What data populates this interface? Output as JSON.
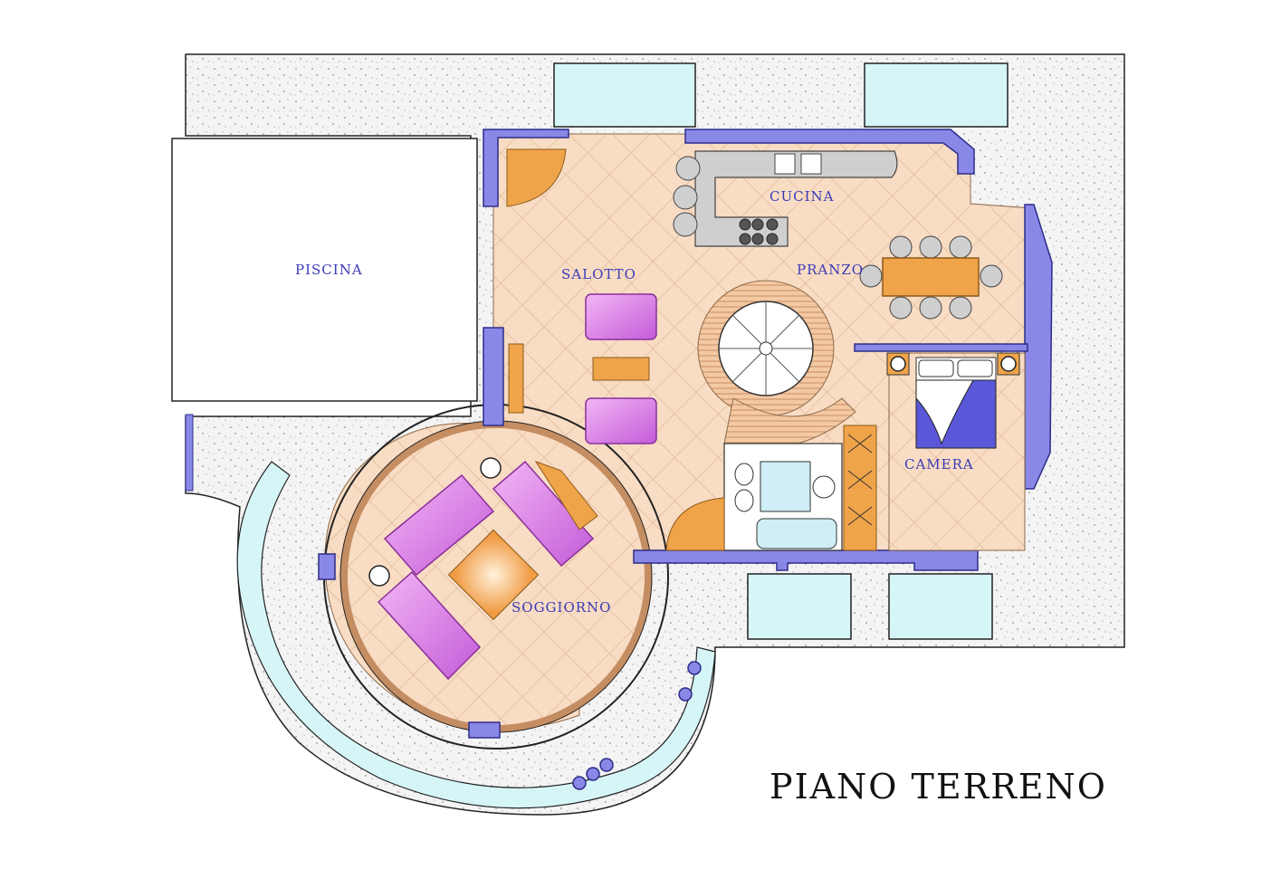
{
  "title": "PIANO TERRENO",
  "rooms": {
    "piscina": "PISCINA",
    "cucina": "CUCINA",
    "salotto": "SALOTTO",
    "pranzo": "PRANZO",
    "camera": "CAMERA",
    "soggiorno": "SOGGIORNO"
  },
  "colors": {
    "wall": "#8a88e6",
    "wall_stroke": "#2e2c8c",
    "floor": "#f6d9bf",
    "floor_grid": "#d9b48f",
    "terrace": "#f1f1f1",
    "glass": "#d6f5f7",
    "sofa": "#d77be2",
    "wood": "#f0a44a",
    "label": "#3a3ab8"
  }
}
